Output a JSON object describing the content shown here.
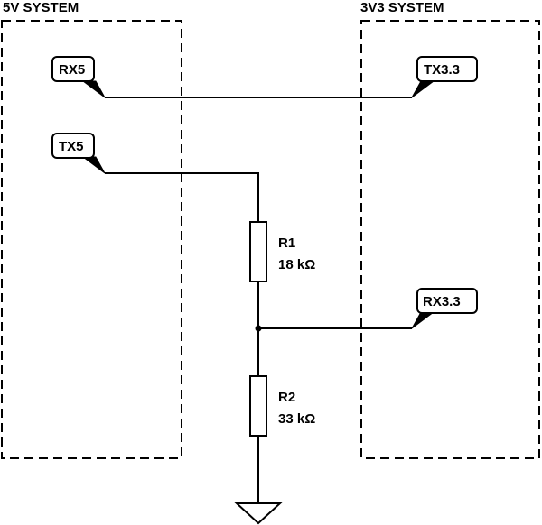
{
  "systems": {
    "left_title": "5V SYSTEM",
    "right_title": "3V3 SYSTEM"
  },
  "net_labels": {
    "rx5": "RX5",
    "tx5": "TX5",
    "tx33": "TX3.3",
    "rx33": "RX3.3"
  },
  "components": {
    "r1": {
      "ref": "R1",
      "value": "18 kΩ"
    },
    "r2": {
      "ref": "R2",
      "value": "33 kΩ"
    }
  },
  "colors": {
    "ink": "#000000",
    "background": "#ffffff"
  },
  "icons": {
    "ground": "ground-symbol-icon",
    "junction": "junction-dot-icon"
  }
}
